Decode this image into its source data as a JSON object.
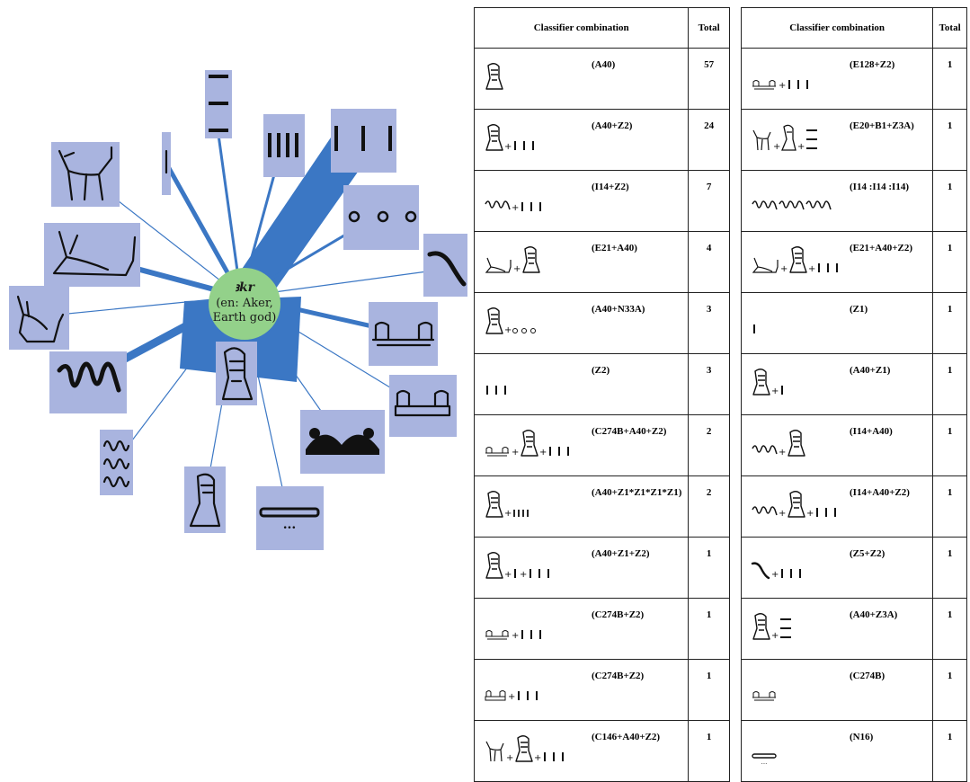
{
  "network": {
    "center": {
      "title": "ꜣkr",
      "subtitle_lines": [
        "(en: Aker,",
        "Earth god)"
      ],
      "color": "#93d18a"
    },
    "colors": {
      "node": "#a9b4df",
      "edge": "#3b77c4"
    },
    "nodes": [
      {
        "id": "n-stroke-small",
        "icon": "single-stroke-icon"
      },
      {
        "id": "n-tall-strokes",
        "icon": "horizontal-strokes-icon"
      },
      {
        "id": "n-four-strokes",
        "icon": "four-strokes-icon",
        "label": "IIII"
      },
      {
        "id": "n-three-strokes",
        "icon": "three-strokes-icon"
      },
      {
        "id": "n-three-dots",
        "icon": "three-circles-icon"
      },
      {
        "id": "n-curve",
        "icon": "diagonal-stroke-icon"
      },
      {
        "id": "n-sphinx-pair-top",
        "icon": "double-lion-icon"
      },
      {
        "id": "n-sphinx-pair-right",
        "icon": "double-lion-bed-icon"
      },
      {
        "id": "n-lions-hill",
        "icon": "lions-hill-icon"
      },
      {
        "id": "n-earth",
        "icon": "earth-band-icon",
        "label": "..."
      },
      {
        "id": "n-seated-woman",
        "icon": "seated-figure-icon"
      },
      {
        "id": "n-triple-snake",
        "icon": "triple-snake-icon"
      },
      {
        "id": "n-snake",
        "icon": "snake-icon"
      },
      {
        "id": "n-hare",
        "icon": "hare-icon"
      },
      {
        "id": "n-recumbent-jackal",
        "icon": "recumbent-jackal-icon"
      },
      {
        "id": "n-standing-jackal",
        "icon": "standing-jackal-icon"
      },
      {
        "id": "n-seated-god",
        "icon": "seated-god-icon"
      }
    ]
  },
  "table_left": {
    "headers": [
      "Classifier combination",
      "Total"
    ],
    "rows": [
      {
        "code": "(A40)",
        "total": "57",
        "glyphs": [
          "seated-god"
        ]
      },
      {
        "code": "(A40+Z2)",
        "total": "24",
        "glyphs": [
          "seated-god",
          "plus",
          "three-strokes"
        ]
      },
      {
        "code": "(I14+Z2)",
        "total": "7",
        "glyphs": [
          "snake",
          "plus",
          "three-strokes"
        ]
      },
      {
        "code": "(E21+A40)",
        "total": "4",
        "glyphs": [
          "recumbent-jackal",
          "plus",
          "seated-god"
        ]
      },
      {
        "code": "(A40+N33A)",
        "total": "3",
        "glyphs": [
          "seated-god",
          "plus",
          "three-circles"
        ]
      },
      {
        "code": "(Z2)",
        "total": "3",
        "glyphs": [
          "three-strokes"
        ]
      },
      {
        "code": "(C274B+A40+Z2)",
        "total": "2",
        "glyphs": [
          "double-lion",
          "plus",
          "seated-god",
          "plus",
          "three-strokes"
        ]
      },
      {
        "code": "(A40+Z1*Z1*Z1*Z1)",
        "total": "2",
        "glyphs": [
          "seated-god",
          "plus",
          "four-strokes"
        ]
      },
      {
        "code": "(A40+Z1+Z2)",
        "total": "1",
        "glyphs": [
          "seated-god",
          "plus",
          "stroke",
          "plus",
          "three-strokes"
        ]
      },
      {
        "code": "(C274B+Z2)",
        "total": "1",
        "glyphs": [
          "double-lion",
          "plus",
          "three-strokes"
        ]
      },
      {
        "code": "(C274B+Z2)",
        "total": "1",
        "glyphs": [
          "double-lion-bed",
          "plus",
          "three-strokes"
        ]
      },
      {
        "code": "(C146+A40+Z2)",
        "total": "1",
        "glyphs": [
          "standing-jackal",
          "plus",
          "seated-god",
          "plus",
          "three-strokes"
        ]
      }
    ]
  },
  "table_right": {
    "headers": [
      "Classifier combination",
      "Total"
    ],
    "rows": [
      {
        "code": "(E128+Z2)",
        "total": "1",
        "glyphs": [
          "double-lion",
          "plus",
          "three-strokes"
        ]
      },
      {
        "code": "(E20+B1+Z3A)",
        "total": "1",
        "glyphs": [
          "standing-jackal",
          "plus",
          "seated-woman",
          "plus",
          "stacked-strokes"
        ]
      },
      {
        "code": "(I14 :I14 :I14)",
        "total": "1",
        "glyphs": [
          "snake",
          "snake",
          "snake"
        ]
      },
      {
        "code": "(E21+A40+Z2)",
        "total": "1",
        "glyphs": [
          "recumbent-jackal",
          "plus",
          "seated-god",
          "plus",
          "three-strokes"
        ]
      },
      {
        "code": "(Z1)",
        "total": "1",
        "glyphs": [
          "stroke"
        ]
      },
      {
        "code": "(A40+Z1)",
        "total": "1",
        "glyphs": [
          "seated-god",
          "plus",
          "stroke"
        ]
      },
      {
        "code": "(I14+A40)",
        "total": "1",
        "glyphs": [
          "snake",
          "plus",
          "seated-god"
        ]
      },
      {
        "code": "(I14+A40+Z2)",
        "total": "1",
        "glyphs": [
          "snake",
          "plus",
          "seated-god",
          "plus",
          "three-strokes"
        ]
      },
      {
        "code": "(Z5+Z2)",
        "total": "1",
        "glyphs": [
          "diagonal",
          "plus",
          "three-strokes"
        ]
      },
      {
        "code": "(A40+Z3A)",
        "total": "1",
        "glyphs": [
          "seated-god",
          "plus",
          "stacked-strokes"
        ]
      },
      {
        "code": "(C274B)",
        "total": "1",
        "glyphs": [
          "double-lion"
        ]
      },
      {
        "code": "(N16)",
        "total": "1",
        "glyphs": [
          "earth-band"
        ]
      }
    ]
  }
}
